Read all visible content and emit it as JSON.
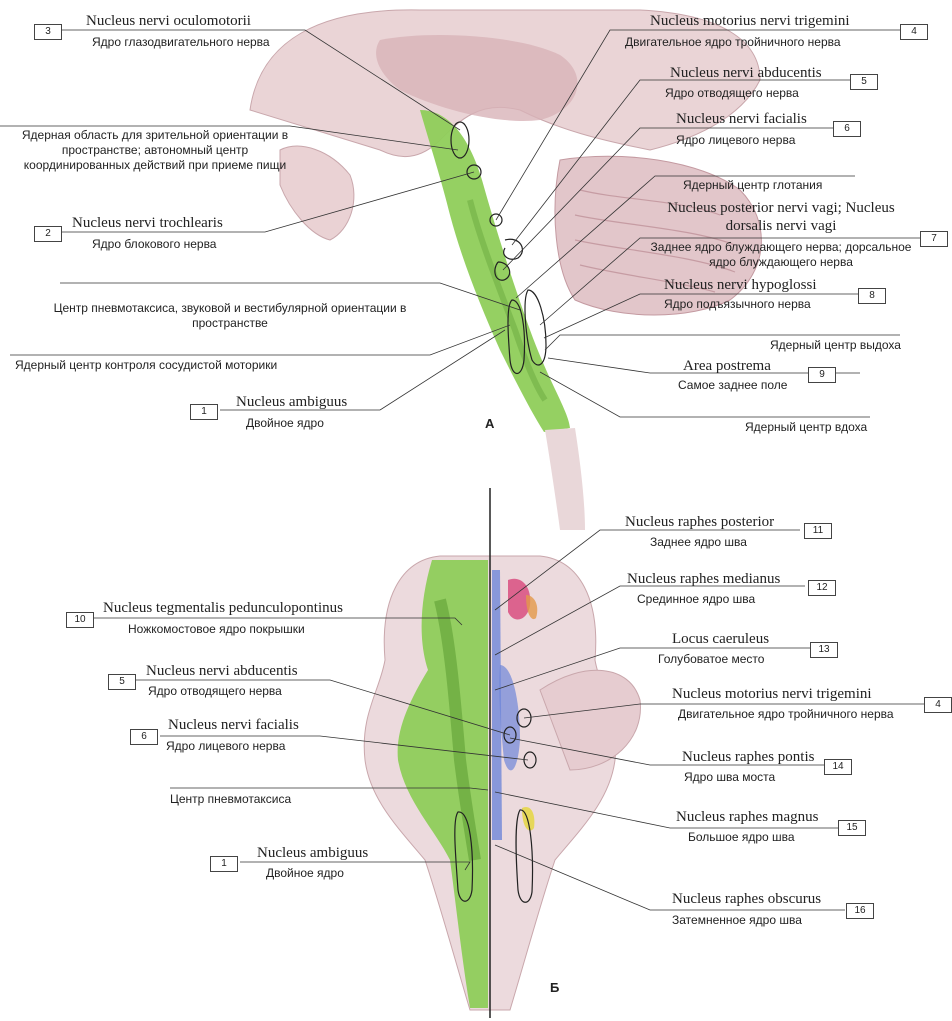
{
  "figure_letters": {
    "a": "A",
    "b": "Б"
  },
  "panel_a": {
    "labels": [
      {
        "num": "3",
        "latin": "Nucleus nervi oculomotorii",
        "russian": "Ядро глазодвигательного нерва"
      },
      {
        "num": "4",
        "latin": "Nucleus motorius nervi trigemini",
        "russian": "Двигательное ядро тройничного нерва"
      },
      {
        "num": "5",
        "latin": "Nucleus nervi abducentis",
        "russian": "Ядро отводящего нерва"
      },
      {
        "num": "6",
        "latin": "Nucleus nervi facialis",
        "russian": "Ядро лицевого нерва"
      },
      {
        "num": "2",
        "latin": "Nucleus nervi trochlearis",
        "russian": "Ядро блокового нерва"
      },
      {
        "num": "7",
        "latin": "Nucleus posterior nervi vagi; Nucleus dorsalis nervi vagi",
        "russian": "Заднее ядро блуждающего нерва; дорсальное ядро блуждающего нерва"
      },
      {
        "num": "8",
        "latin": "Nucleus nervi hypoglossi",
        "russian": "Ядро подъязычного нерва"
      },
      {
        "num": "9",
        "latin": "Area postrema",
        "russian": "Самое заднее поле"
      },
      {
        "num": "1",
        "latin": "Nucleus ambiguus",
        "russian": "Двойное ядро"
      }
    ],
    "centers": {
      "orientation": "Ядерная область для зрительной ориентации в пространстве; автономный центр координированных действий при приеме пищи",
      "swallowing": "Ядерный центр глотания",
      "pneumotaxic": "Центр пневмотаксиса, звуковой и вестибулярной ориентации в пространстве",
      "vasomotor": "Ядерный центр контроля сосудистой моторики",
      "expiration": "Ядерный центр выдоха",
      "inspiration": "Ядерный центр вдоха"
    }
  },
  "panel_b": {
    "labels": [
      {
        "num": "11",
        "latin": "Nucleus raphes posterior",
        "russian": "Заднее ядро шва"
      },
      {
        "num": "12",
        "latin": "Nucleus raphes medianus",
        "russian": "Срединное ядро шва"
      },
      {
        "num": "10",
        "latin": "Nucleus tegmentalis pedunculopontinus",
        "russian": "Ножкомостовое ядро покрышки"
      },
      {
        "num": "13",
        "latin": "Locus caeruleus",
        "russian": "Голубоватое место"
      },
      {
        "num": "5",
        "latin": "Nucleus nervi abducentis",
        "russian": "Ядро отводящего нерва"
      },
      {
        "num": "4",
        "latin": "Nucleus motorius nervi trigemini",
        "russian": "Двигательное ядро тройничного нерва"
      },
      {
        "num": "6",
        "latin": "Nucleus nervi facialis",
        "russian": "Ядро лицевого нерва"
      },
      {
        "num": "14",
        "latin": "Nucleus raphes pontis",
        "russian": "Ядро шва моста"
      },
      {
        "num": "15",
        "latin": "Nucleus raphes magnus",
        "russian": "Большое ядро шва"
      },
      {
        "num": "1",
        "latin": "Nucleus ambiguus",
        "russian": "Двойное ядро"
      },
      {
        "num": "16",
        "latin": "Nucleus raphes obscurus",
        "russian": "Затемненное ядро шва"
      }
    ],
    "centers": {
      "pneumotaxic": "Центр пневмотаксиса"
    }
  },
  "colors": {
    "brainstem_green": "#8fce5a",
    "nucleus_dark_green": "#5a9a32",
    "tissue_pink": "#dcc0c4",
    "tissue_dark": "#b98a92",
    "raphe_blue": "#6f86d8",
    "accent_magenta": "#d8457a",
    "accent_orange": "#e4984a",
    "yellow": "#e6d64a"
  }
}
